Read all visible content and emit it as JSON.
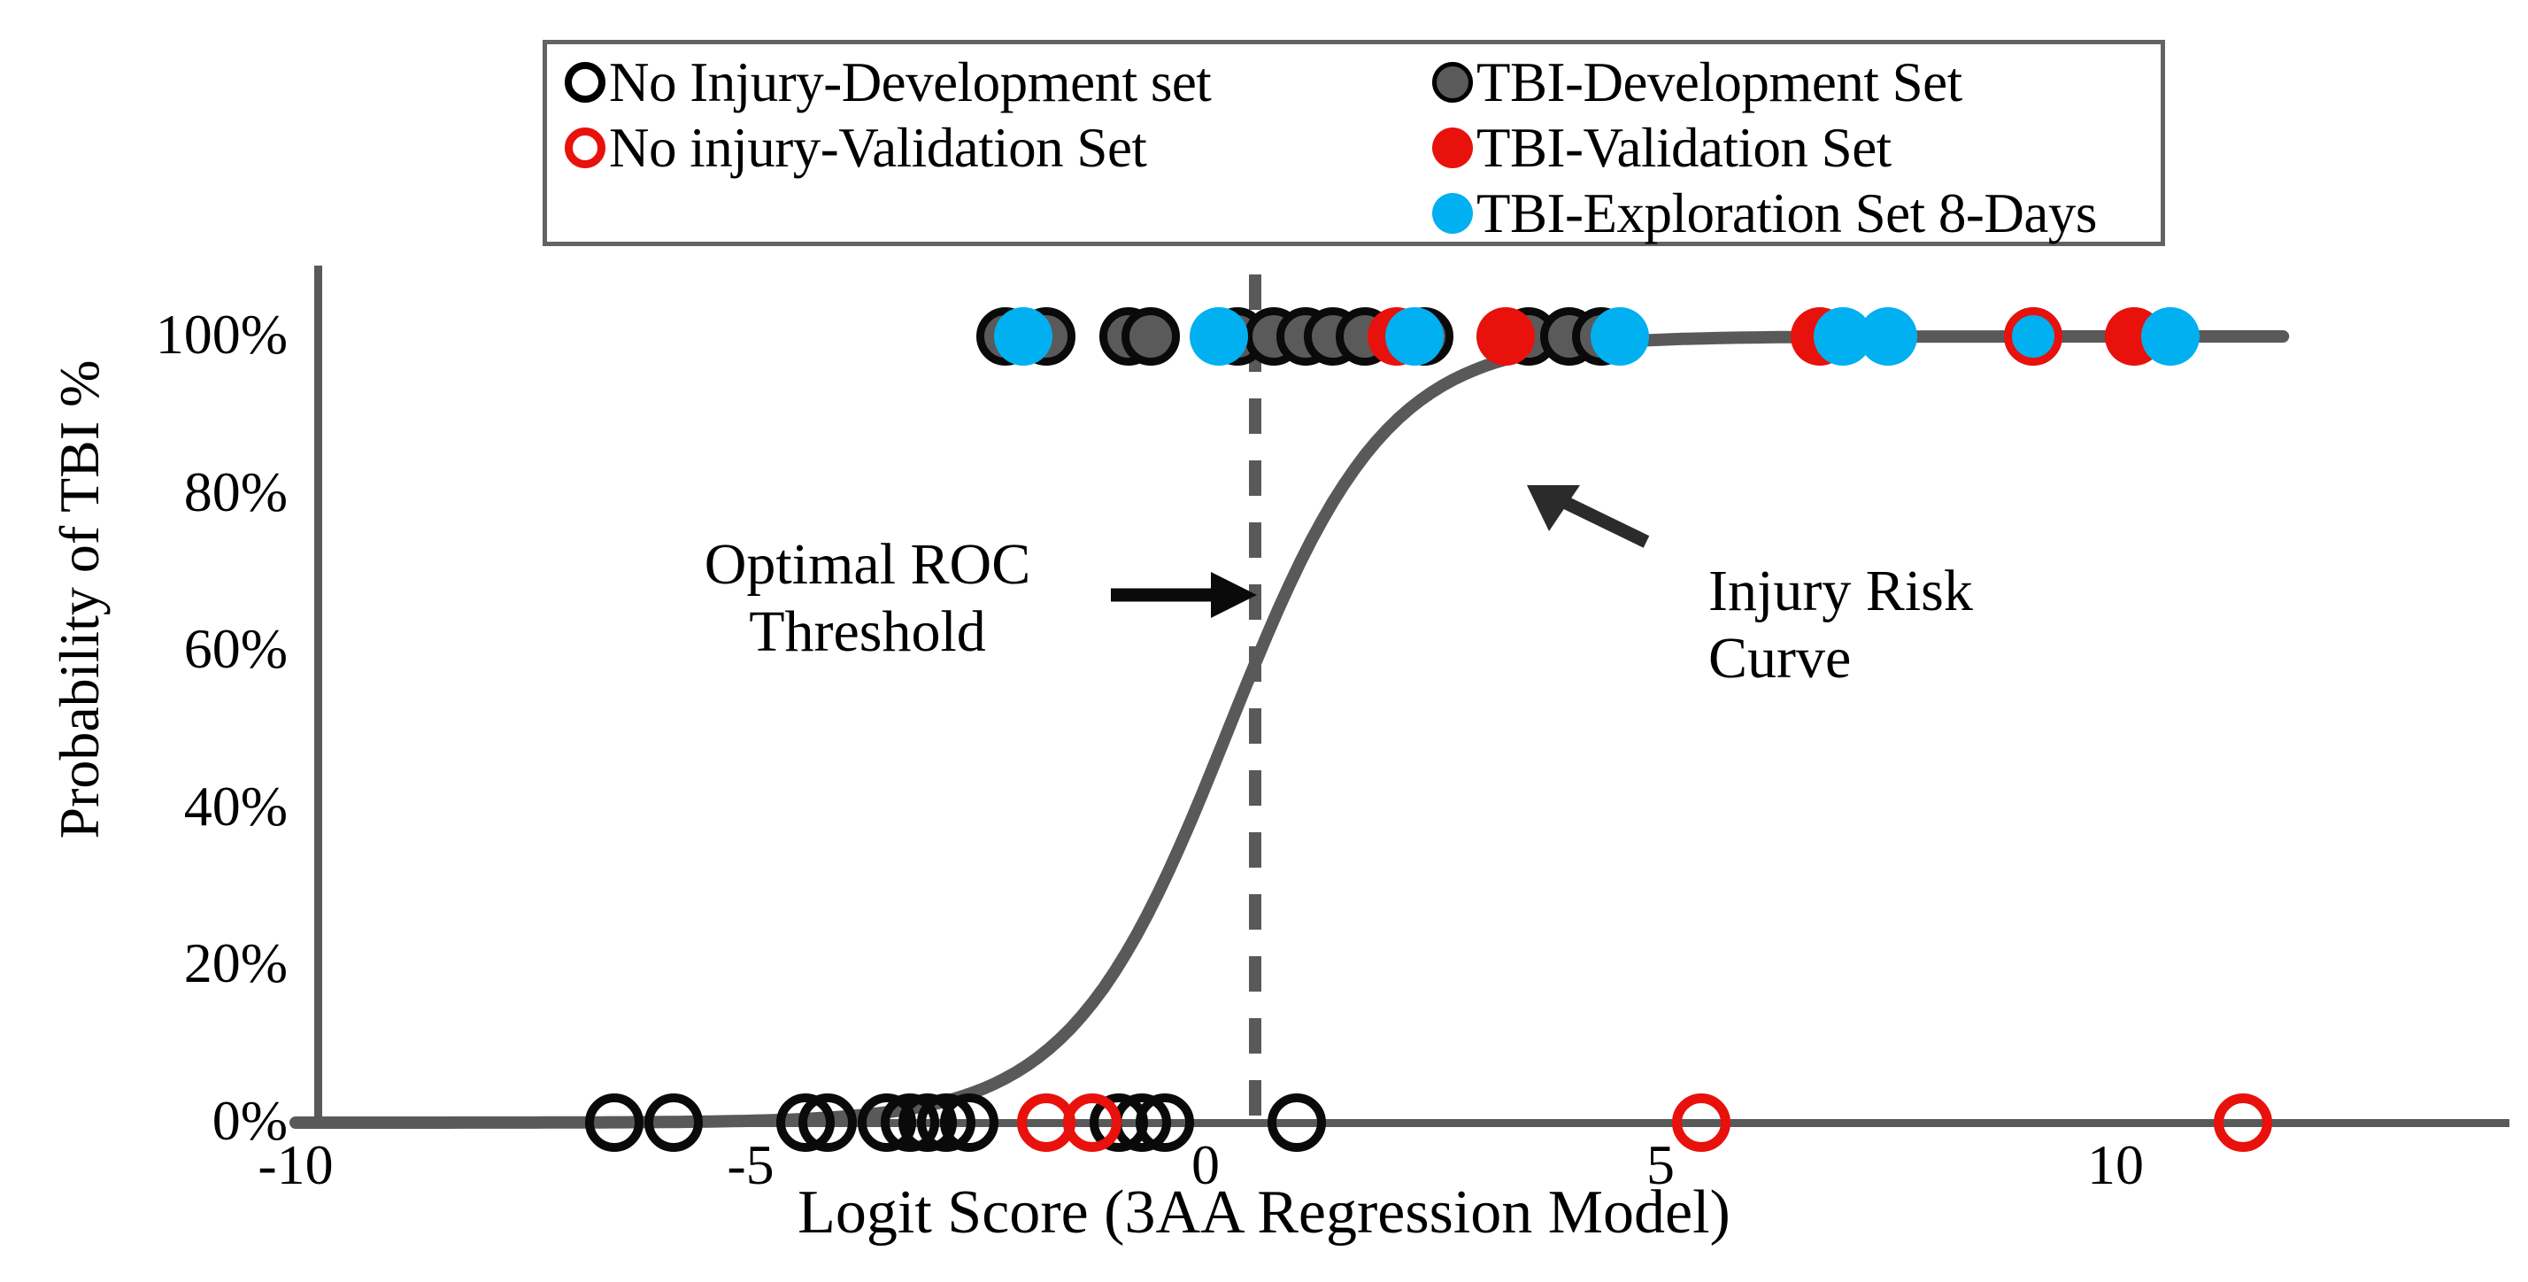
{
  "chart_data": {
    "type": "scatter",
    "title": "",
    "xlabel": "Logit Score (3AA Regression Model)",
    "ylabel": "Probability of TBI %",
    "xlim": [
      -10,
      11.8
    ],
    "ylim": [
      0,
      100
    ],
    "xticks": [
      "-10",
      "-5",
      "0",
      "5",
      "10"
    ],
    "xtick_values": [
      -10,
      -5,
      0,
      5,
      10
    ],
    "yticks": [
      "0%",
      "20%",
      "40%",
      "60%",
      "80%",
      "100%"
    ],
    "ytick_values": [
      0,
      20,
      40,
      60,
      80,
      100
    ],
    "grid": false,
    "legend_position": "top",
    "series": [
      {
        "name": "No Injury-Development set",
        "marker": "open-black-circle",
        "color": "#000000",
        "y": 0,
        "x": [
          -6.5,
          -5.85,
          -4.4,
          -4.15,
          -3.5,
          -3.25,
          -3.05,
          -2.85,
          -2.6,
          -0.95,
          -0.7,
          -0.45,
          1.0
        ]
      },
      {
        "name": "No injury-Validation Set",
        "marker": "open-red-circle",
        "color": "#e8110c",
        "y": 0,
        "x": [
          -1.75,
          -1.25,
          5.45,
          11.4
        ]
      },
      {
        "name": "TBI-Development Set",
        "marker": "filled-gray-circle",
        "color": "#5a5a5a",
        "y": 100,
        "x": [
          -2.2,
          -1.75,
          -0.85,
          -0.6,
          0.35,
          0.75,
          1.1,
          1.4,
          1.75,
          2.4,
          3.55,
          4.0,
          4.35
        ]
      },
      {
        "name": "TBI-Validation Set",
        "marker": "filled-red-circle",
        "color": "#e8110c",
        "y": 100,
        "x": [
          2.1,
          3.3,
          6.75,
          10.2
        ]
      },
      {
        "name": "TBI-Exploration Set 8-Days",
        "marker": "filled-blue-circle",
        "color": "#00b0f0",
        "y": 100,
        "x": [
          -2.0,
          0.15,
          2.3,
          4.55,
          7.0,
          7.5,
          9.1,
          10.6
        ]
      }
    ],
    "risk_curve": {
      "name": "Injury Risk Curve",
      "color": "#595959",
      "description": "Logistic probability of TBI vs logit score; midpoint near 0.1, rises from 0% near -6 to 100% near 5"
    },
    "threshold_line": {
      "name": "Optimal ROC Threshold",
      "x": 0.55,
      "style": "dashed",
      "color": "#595959"
    },
    "annotations": [
      {
        "id": "optimal-roc-threshold",
        "text_line1": "Optimal ROC",
        "text_line2": "Threshold"
      },
      {
        "id": "injury-risk-curve",
        "text_line1": "Injury Risk",
        "text_line2": "Curve"
      }
    ]
  },
  "legend": {
    "left_items": [
      {
        "label": "No Injury-Development set",
        "marker": "open-black-circle"
      },
      {
        "label": "No injury-Validation Set",
        "marker": "open-red-circle"
      }
    ],
    "right_items": [
      {
        "label": "TBI-Development Set",
        "marker": "filled-gray-circle"
      },
      {
        "label": "TBI-Validation Set",
        "marker": "filled-red-circle"
      },
      {
        "label": "TBI-Exploration Set 8-Days",
        "marker": "filled-blue-circle"
      }
    ]
  },
  "axes": {
    "x_title": "Logit Score (3AA Regression Model)",
    "y_title": "Probability of TBI %",
    "x_labels": [
      "-10",
      "-5",
      "0",
      "5",
      "10"
    ],
    "y_labels": [
      "100%",
      "80%",
      "60%",
      "40%",
      "20%",
      "0%"
    ]
  },
  "annotations": {
    "roc_line1": "Optimal ROC",
    "roc_line2": "Threshold",
    "curve_line1": "Injury Risk",
    "curve_line2": "Curve"
  },
  "colors": {
    "gray_marker": "#5a5a5a",
    "red_marker": "#e8110c",
    "blue_marker": "#00b0f0",
    "curve": "#595959",
    "axis": "#595959",
    "legend_border": "#636363"
  }
}
